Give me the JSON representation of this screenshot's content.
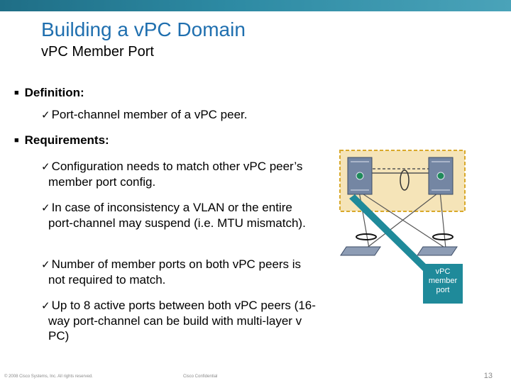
{
  "title": "Building a v​PC Domain",
  "subtitle": "v​PC Member Port",
  "definition": {
    "heading": "Definition:",
    "items": [
      "Port-channel member of a v​PC peer."
    ]
  },
  "requirements": {
    "heading": "Requirements:",
    "items": [
      "Configuration needs to match other v​PC peer’s member port config.",
      "In case of inconsistency a VLAN or the entire port-channel may suspend (i.e. MTU mismatch).",
      "Number of member ports on both v​PC peers is not required to match.",
      "Up to 8 active ports between both v​PC peers (16-way port-channel can be build with multi-layer v​PC)"
    ]
  },
  "callout": "v​PC member port",
  "footer": {
    "copyright": "© 2008 Cisco Systems, Inc. All rights reserved.",
    "confidential": "Cisco Confidential",
    "page_number": "13"
  },
  "colors": {
    "title": "#1f6faf",
    "topbar": "#2d8aa3",
    "domain_box": "#f5e4b8",
    "callout": "#1f8a9a"
  }
}
